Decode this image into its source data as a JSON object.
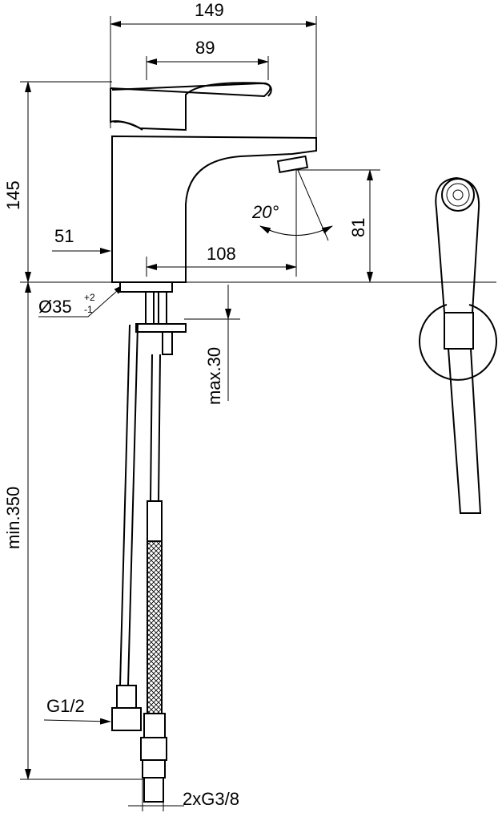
{
  "dimensions": {
    "total_width": "149",
    "lever_width": "89",
    "height": "145",
    "base_offset": "51",
    "spout_reach": "108",
    "spout_angle": "20°",
    "spout_height": "81",
    "hole_diameter": "Ø35",
    "hole_tol_plus": "+2",
    "hole_tol_minus": "-1",
    "max_deck": "max.30",
    "min_hose": "min.350",
    "inlet_thread": "G1/2",
    "hose_thread": "2xG3/8"
  }
}
